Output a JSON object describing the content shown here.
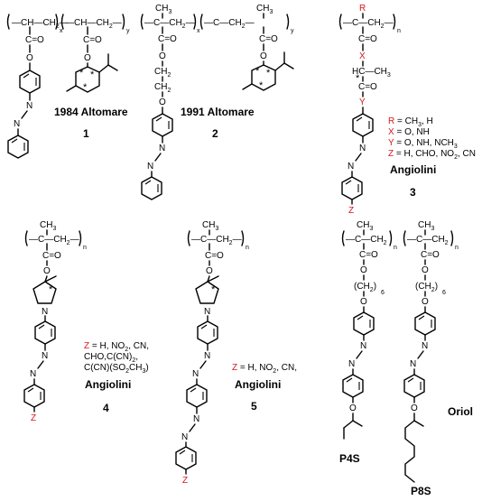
{
  "compounds": [
    {
      "id": "1",
      "label": "1984 Altomare",
      "number": "1"
    },
    {
      "id": "2",
      "label": "1991 Altomare",
      "number": "2"
    },
    {
      "id": "3",
      "label": "Angiolini",
      "number": "3",
      "legend": [
        "R = CH3, H",
        "X = O, NH",
        "Y = O, NH, NCH3",
        "Z = H, CHO, NO2, CN"
      ]
    },
    {
      "id": "4",
      "label": "Angiolini",
      "number": "4",
      "legend": [
        "Z = H, NO2, CN,",
        "CHO,C(CN)2,",
        "C(CN)(SO2CH3)"
      ]
    },
    {
      "id": "5",
      "label": "Angiolini",
      "number": "5",
      "legend": [
        "Z = H, NO2, CN,"
      ]
    },
    {
      "id": "6",
      "label": "Oriol",
      "sublabels": [
        "P4S",
        "P8S"
      ]
    }
  ],
  "atoms": {
    "ch3": "CH3",
    "ch2": "CH2",
    "ch": "CH",
    "c": "C",
    "o": "O",
    "n": "N",
    "x": "x",
    "y": "y",
    "n_sub": "n",
    "six": "6",
    "R": "R",
    "X": "X",
    "Y": "Y",
    "Z": "Z",
    "hc": "HC",
    "star": "*"
  },
  "colors": {
    "ink": "#000000",
    "accent": "#d8161d"
  }
}
